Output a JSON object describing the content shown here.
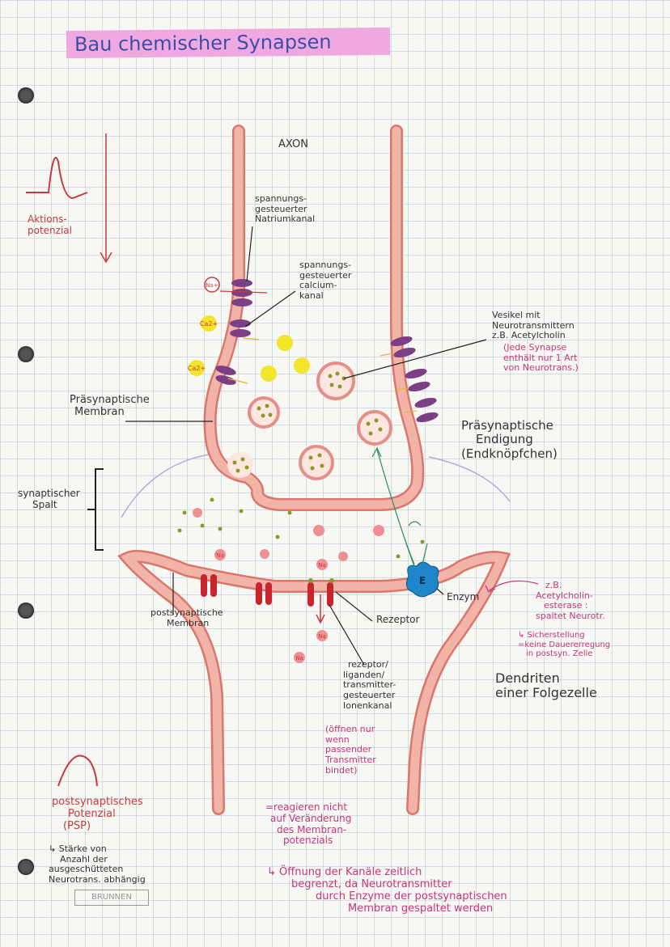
{
  "title": "Bau chemischer Synapsen",
  "labels": {
    "axon": "AXON",
    "aktionspotenzial": [
      "Aktions-",
      "potenzial"
    ],
    "na_kanal": [
      "spannungs-",
      "gesteuerter",
      "Natriumkanal"
    ],
    "ca_kanal": [
      "spannungs-",
      "gesteuerter",
      "calcium-",
      "kanal"
    ],
    "vesikel": [
      "Vesikel mit",
      "Neurotransmittern",
      "z.B. Acetylcholin"
    ],
    "vesikel_note": [
      "(Jede Synapse",
      "enthält nur 1 Art",
      "von Neurotrans.)"
    ],
    "praesyn_membran": [
      "Präsynaptische",
      "Membran"
    ],
    "praesyn_endigung": [
      "Präsynaptische",
      "Endigung",
      "(Endknöpfchen)"
    ],
    "syn_spalt": [
      "synaptischer",
      "Spalt"
    ],
    "postsyn_membran": [
      "postsynaptische",
      "Membran"
    ],
    "rezeptor": "Rezeptor",
    "enzym": "Enzym",
    "enzym_symbol": "E",
    "esterase": [
      "z.B.",
      "Acetylcholin-",
      "esterase :",
      "spaltet Neurotr."
    ],
    "sicherstellung": [
      "↳ Sicherstellung",
      "=keine Dauererregung",
      "in postsyn. Zelle"
    ],
    "dendriten": [
      "Dendriten",
      "einer Folgezelle"
    ],
    "ionenkanal": [
      "rezeptor/",
      "liganden/",
      "transmitter-",
      "gesteuerter",
      "Ionenkanal"
    ],
    "ionenkanal_note": [
      "(öffnen nur",
      "wenn",
      "passender",
      "Transmitter",
      "bindet)"
    ],
    "reagieren": [
      "=reagieren nicht",
      "auf Veränderung",
      "des Membran-",
      "potenzials"
    ],
    "oeffnung": [
      "↳ Öffnung der Kanäle zeitlich",
      "begrenzt, da Neurotransmitter",
      "durch Enzyme der postsynaptischen",
      "Membran gespaltet werden"
    ],
    "psp": [
      "postsynaptisches",
      "Potenzial",
      "(PSP)"
    ],
    "staerke": [
      "↳ Stärke von",
      "Anzahl der",
      "ausgeschütteten",
      "Neurotrans. abhängig"
    ],
    "ion_na": "Na",
    "ion_na_plus": "Na+",
    "ion_ca": "Ca2+",
    "brunnen": "BRUNNEN"
  },
  "colors": {
    "membrane": "#f2b3a8",
    "membrane_edge": "#d9776a",
    "channel": "#7b3f86",
    "receptor": "#c8252e",
    "enzyme": "#1f87c9",
    "calcium": "#f3e52a",
    "transmitter": "#8a9b2a",
    "title_highlight": "#f0a9e0",
    "pink_text": "#c9357a",
    "red_text": "#c83a3a"
  }
}
